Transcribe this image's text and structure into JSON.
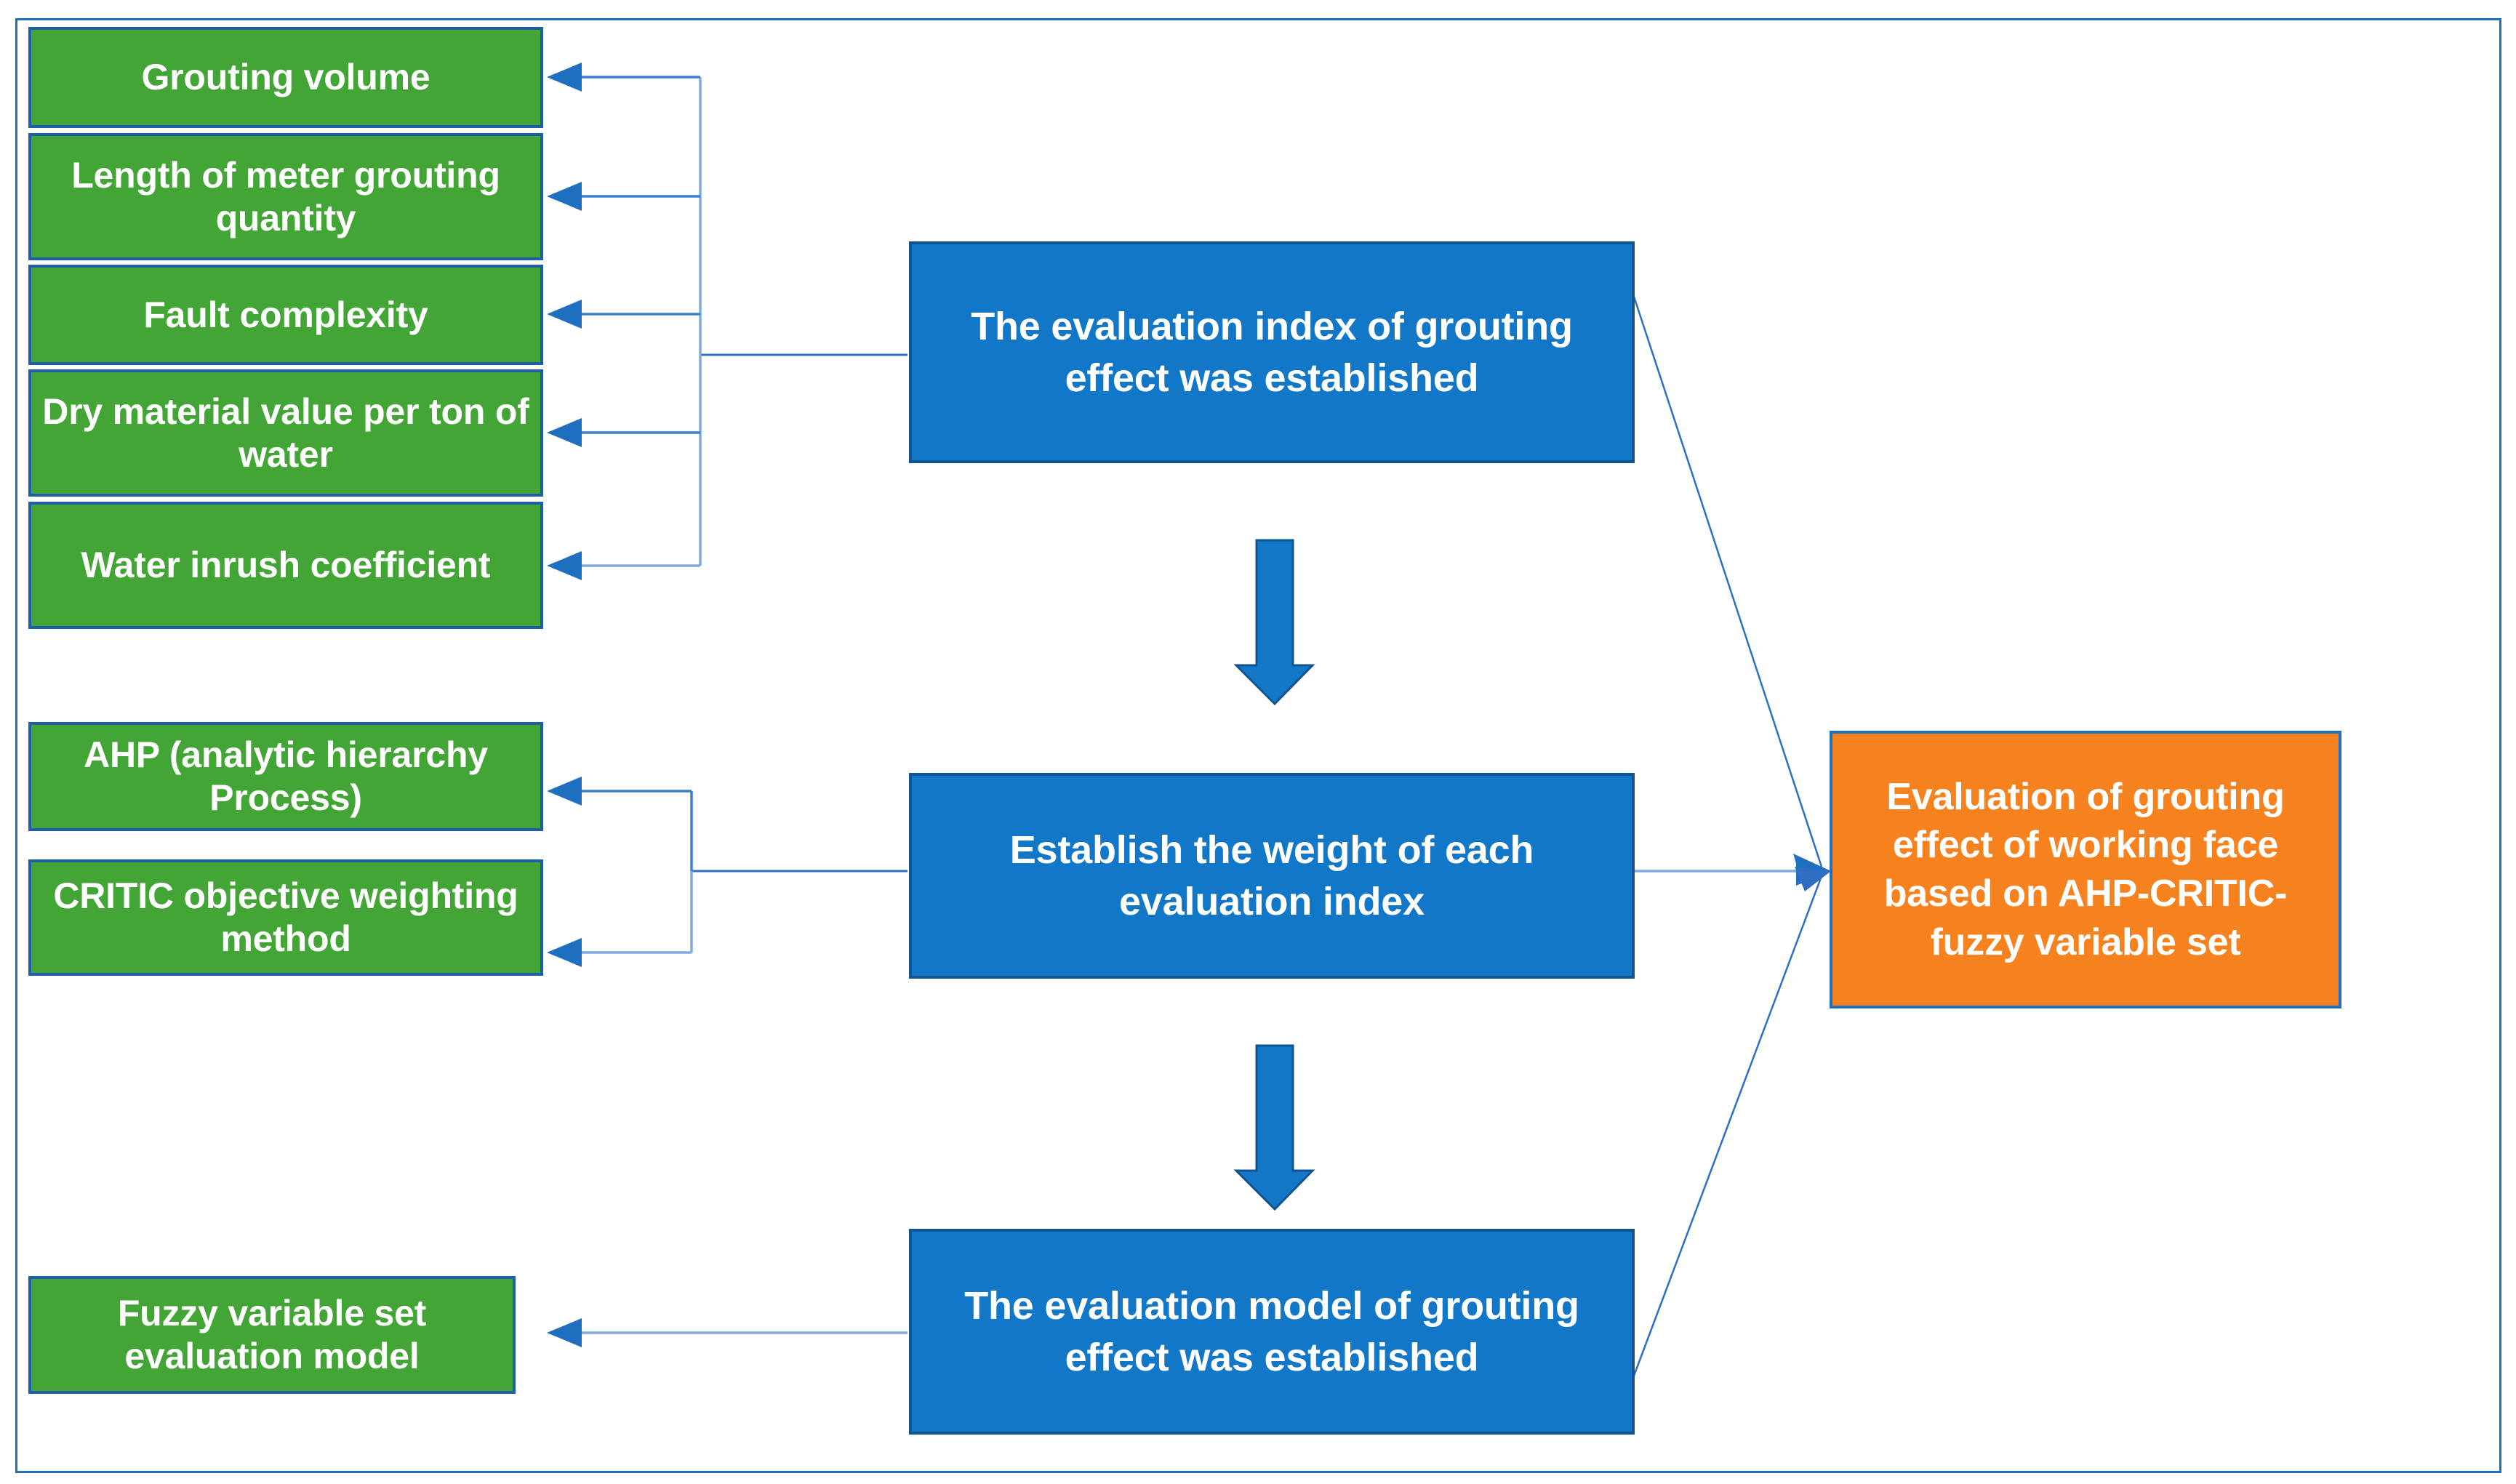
{
  "diagram": {
    "title": "Evaluation of grouting effect of working face based on AHP-CRITIC-fuzzy variable set",
    "colors": {
      "green": "#43A536",
      "blue": "#1277C6",
      "orange": "#F6821F",
      "frame_border": "#1F6FC0",
      "connector": "#3B7FD4",
      "text": "#FFFFFF"
    },
    "index_nodes": [
      {
        "id": "grouting-volume",
        "label": "Grouting volume"
      },
      {
        "id": "meter-grouting-quantity",
        "label": "Length of meter grouting quantity"
      },
      {
        "id": "fault-complexity",
        "label": "Fault complexity"
      },
      {
        "id": "dry-material-value",
        "label": "Dry material value per ton of water"
      },
      {
        "id": "water-inrush-coefficient",
        "label": "Water inrush coefficient"
      }
    ],
    "weight_nodes": [
      {
        "id": "ahp",
        "label": "AHP (analytic hierarchy Process)"
      },
      {
        "id": "critic",
        "label": "CRITIC objective weighting method"
      }
    ],
    "model_nodes": [
      {
        "id": "fuzzy-variable-set",
        "label": "Fuzzy variable set evaluation model"
      }
    ],
    "stage_nodes": [
      {
        "id": "stage-index",
        "label": "The evaluation index of grouting effect was established"
      },
      {
        "id": "stage-weight",
        "label": "Establish the weight of each evaluation index"
      },
      {
        "id": "stage-model",
        "label": "The evaluation model of grouting effect was established"
      }
    ],
    "result_node": {
      "id": "result",
      "label": "Evaluation of grouting effect of working face based on AHP-CRITIC-fuzzy variable set"
    }
  }
}
